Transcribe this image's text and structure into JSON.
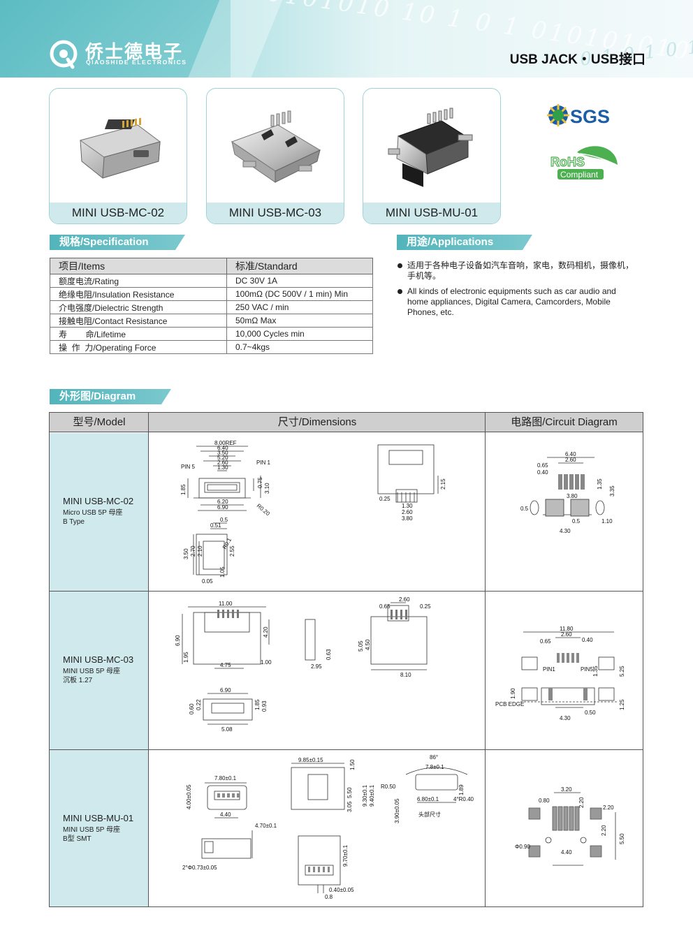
{
  "header": {
    "brand_cn": "侨士德电子",
    "brand_en": "QIAOSHIDE ELECTRONICS",
    "page_title": "USB JACK・USB接口",
    "digits_a": "0101010 10 1 0 1 010101010",
    "digits_b": "0 1 0 1 0 1 0"
  },
  "products": [
    {
      "label": "MINI USB-MC-02"
    },
    {
      "label": "MINI USB-MC-03"
    },
    {
      "label": "MINI USB-MU-01"
    }
  ],
  "certs": {
    "sgs": "SGS",
    "rohs": "RoHS",
    "compliant": "Compliant"
  },
  "specification": {
    "tab": "规格/Specification",
    "headers": [
      "项目/Items",
      "标准/Standard"
    ],
    "rows": [
      [
        "额度电流/Rating",
        "DC  30V  1A"
      ],
      [
        "绝缘电阻/Insulation Resistance",
        "100mΩ (DC 500V / 1 min) Min"
      ],
      [
        "介电强度/Dielectric Strength",
        "250 VAC / min"
      ],
      [
        "接触电阻/Contact Resistance",
        "50mΩ Max"
      ],
      [
        "寿        命/Lifetime",
        "10,000 Cycles min"
      ],
      [
        "操  作  力/Operating Force",
        "0.7~4kgs"
      ]
    ]
  },
  "applications": {
    "tab": "用途/Applications",
    "items": [
      "适用于各种电子设备如汽车音响，家电，数码相机，摄像机，手机等。",
      "All kinds of electronic equipments such as car audio and home appliances, Digital Camera, Camcorders, Mobile Phones, etc."
    ]
  },
  "diagram": {
    "tab": "外形图/Diagram",
    "headers": [
      "型号/Model",
      "尺寸/Dimensions",
      "电路图/Circuit Diagram"
    ],
    "rows": [
      {
        "model": "MINI USB-MC-02",
        "sub1": "Micro USB 5P 母座",
        "sub2": "B Type",
        "dims": {
          "a": "8.00REF",
          "b": "6.40",
          "c": "3.50",
          "d": "5.20",
          "e": "2.60",
          "f": "1.30",
          "pin5": "PIN 5",
          "pin1": "PIN 1",
          "h1": "1.85",
          "h2": "0.75",
          "h3": "3.10",
          "g": "6.20",
          "h": "6.90",
          "r": "R0.20",
          "s1": "0.5",
          "s2": "0.51",
          "s3": "3.50",
          "s4": "2.70",
          "s5": "2.10",
          "s6": "2.55",
          "s7": "1.05",
          "s8": "0.05",
          "s9": "R0.1",
          "f1": "0.25",
          "f2": "1.30",
          "f3": "2.60",
          "f4": "3.80",
          "f5": "2.15"
        },
        "circuit": {
          "a": "6.40",
          "b": "2.60",
          "c": "0.65",
          "d": "0.40",
          "e": "3.80",
          "f": "1.35",
          "g": "3.35",
          "h": "0.5",
          "i": "0.5",
          "j": "1.10",
          "k": "4.30"
        }
      },
      {
        "model": "MINI USB-MC-03",
        "sub1": "MINI USB 5P 母座",
        "sub2": "沉板 1.27",
        "dims": {
          "a": "11.00",
          "b": "6.90",
          "c": "4.20",
          "d": "1.95",
          "e": "4.75",
          "f": "1.00",
          "g": "0.63",
          "h": "2.95",
          "i": "2.60",
          "j": "0.65",
          "k": "0.25",
          "l": "5.05",
          "m": "4.50",
          "n": "8.10",
          "o": "0.60",
          "p": "0.22",
          "q": "6.90",
          "r": "1.85",
          "s": "0.93",
          "t": "5.08"
        },
        "circuit": {
          "a": "11.80",
          "b": "2.60",
          "c": "0.65",
          "d": "0.40",
          "e": "PIN1",
          "f": "PIN5",
          "g": "1.35",
          "h": "5.25",
          "i": "1.90",
          "j": "PCB EDGE",
          "k": "0.50",
          "l": "4.30",
          "m": "1.25"
        }
      },
      {
        "model": "MINI USB-MU-01",
        "sub1": "MINI USB 5P 母座",
        "sub2": "B型 SMT",
        "dims": {
          "a": "7.80±0.1",
          "b": "4.00±0.05",
          "c": "4.40",
          "d": "9.85±0.15",
          "e": "1.50",
          "f": "5.50",
          "g": "9.30±0.1",
          "h": "9.40±0.1",
          "i": "3.05",
          "j": "86°",
          "k": "7.8±0.1",
          "l": "R0.50",
          "m": "1.89",
          "n": "6.80±0.1",
          "o": "4°R0.40",
          "p": "3.90±0.05",
          "q": "头部尺寸",
          "r": "4.70±0.1",
          "s": "2°Φ0.73±0.05",
          "t": "9.70±0.1",
          "u": "0.40±0.05",
          "v": "0.8"
        },
        "circuit": {
          "a": "3.20",
          "b": "0.80",
          "c": "2.20",
          "d": "2.20",
          "e": "2.20",
          "f": "5.50",
          "g": "Φ0.90",
          "h": "4.40"
        }
      }
    ]
  },
  "colors": {
    "accent": "#52b4bb",
    "model_bg": "#cfe9ec",
    "header_bg": "#cfcfcf"
  }
}
